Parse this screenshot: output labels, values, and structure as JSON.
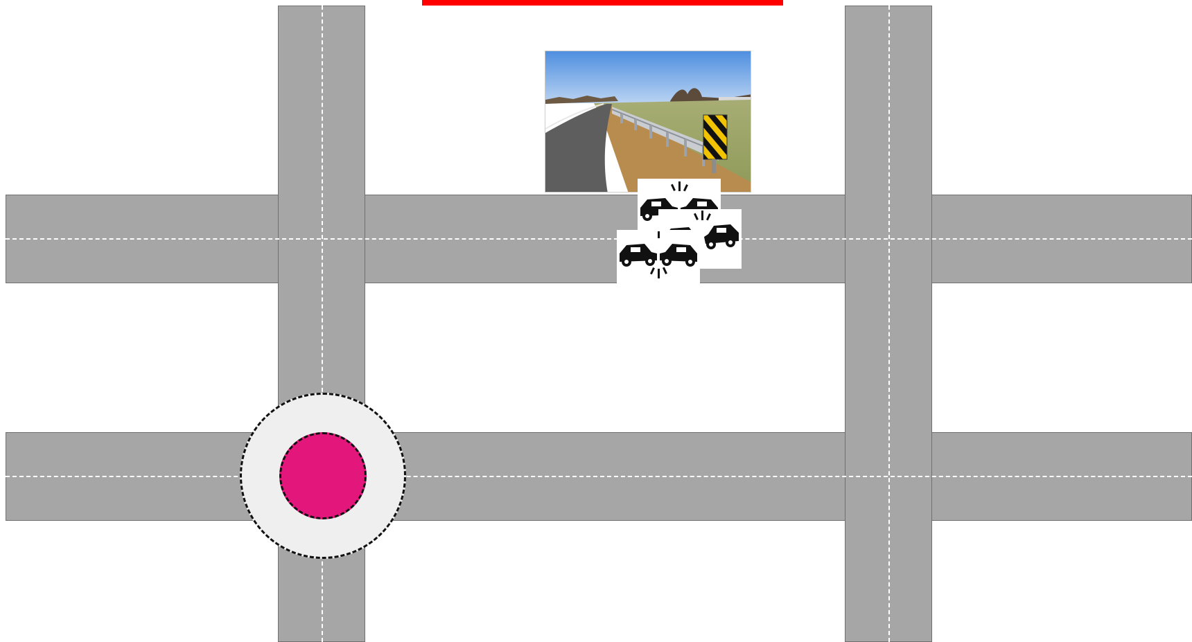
{
  "diagram": {
    "colors": {
      "road": "#a6a6a6",
      "lane_marking": "#ffffff",
      "banner": "#ff0000",
      "roundabout_ring": "#efefef",
      "roundabout_island": "#e3177b",
      "hazard_stripe": "#f2c300"
    },
    "elements": {
      "banner": "red-banner",
      "photo": "guardrail-photo",
      "incident_icons": [
        "car-crash-icon",
        "car-crash-icon",
        "car-crash-icon"
      ],
      "roundabout": "roundabout-marker"
    }
  }
}
